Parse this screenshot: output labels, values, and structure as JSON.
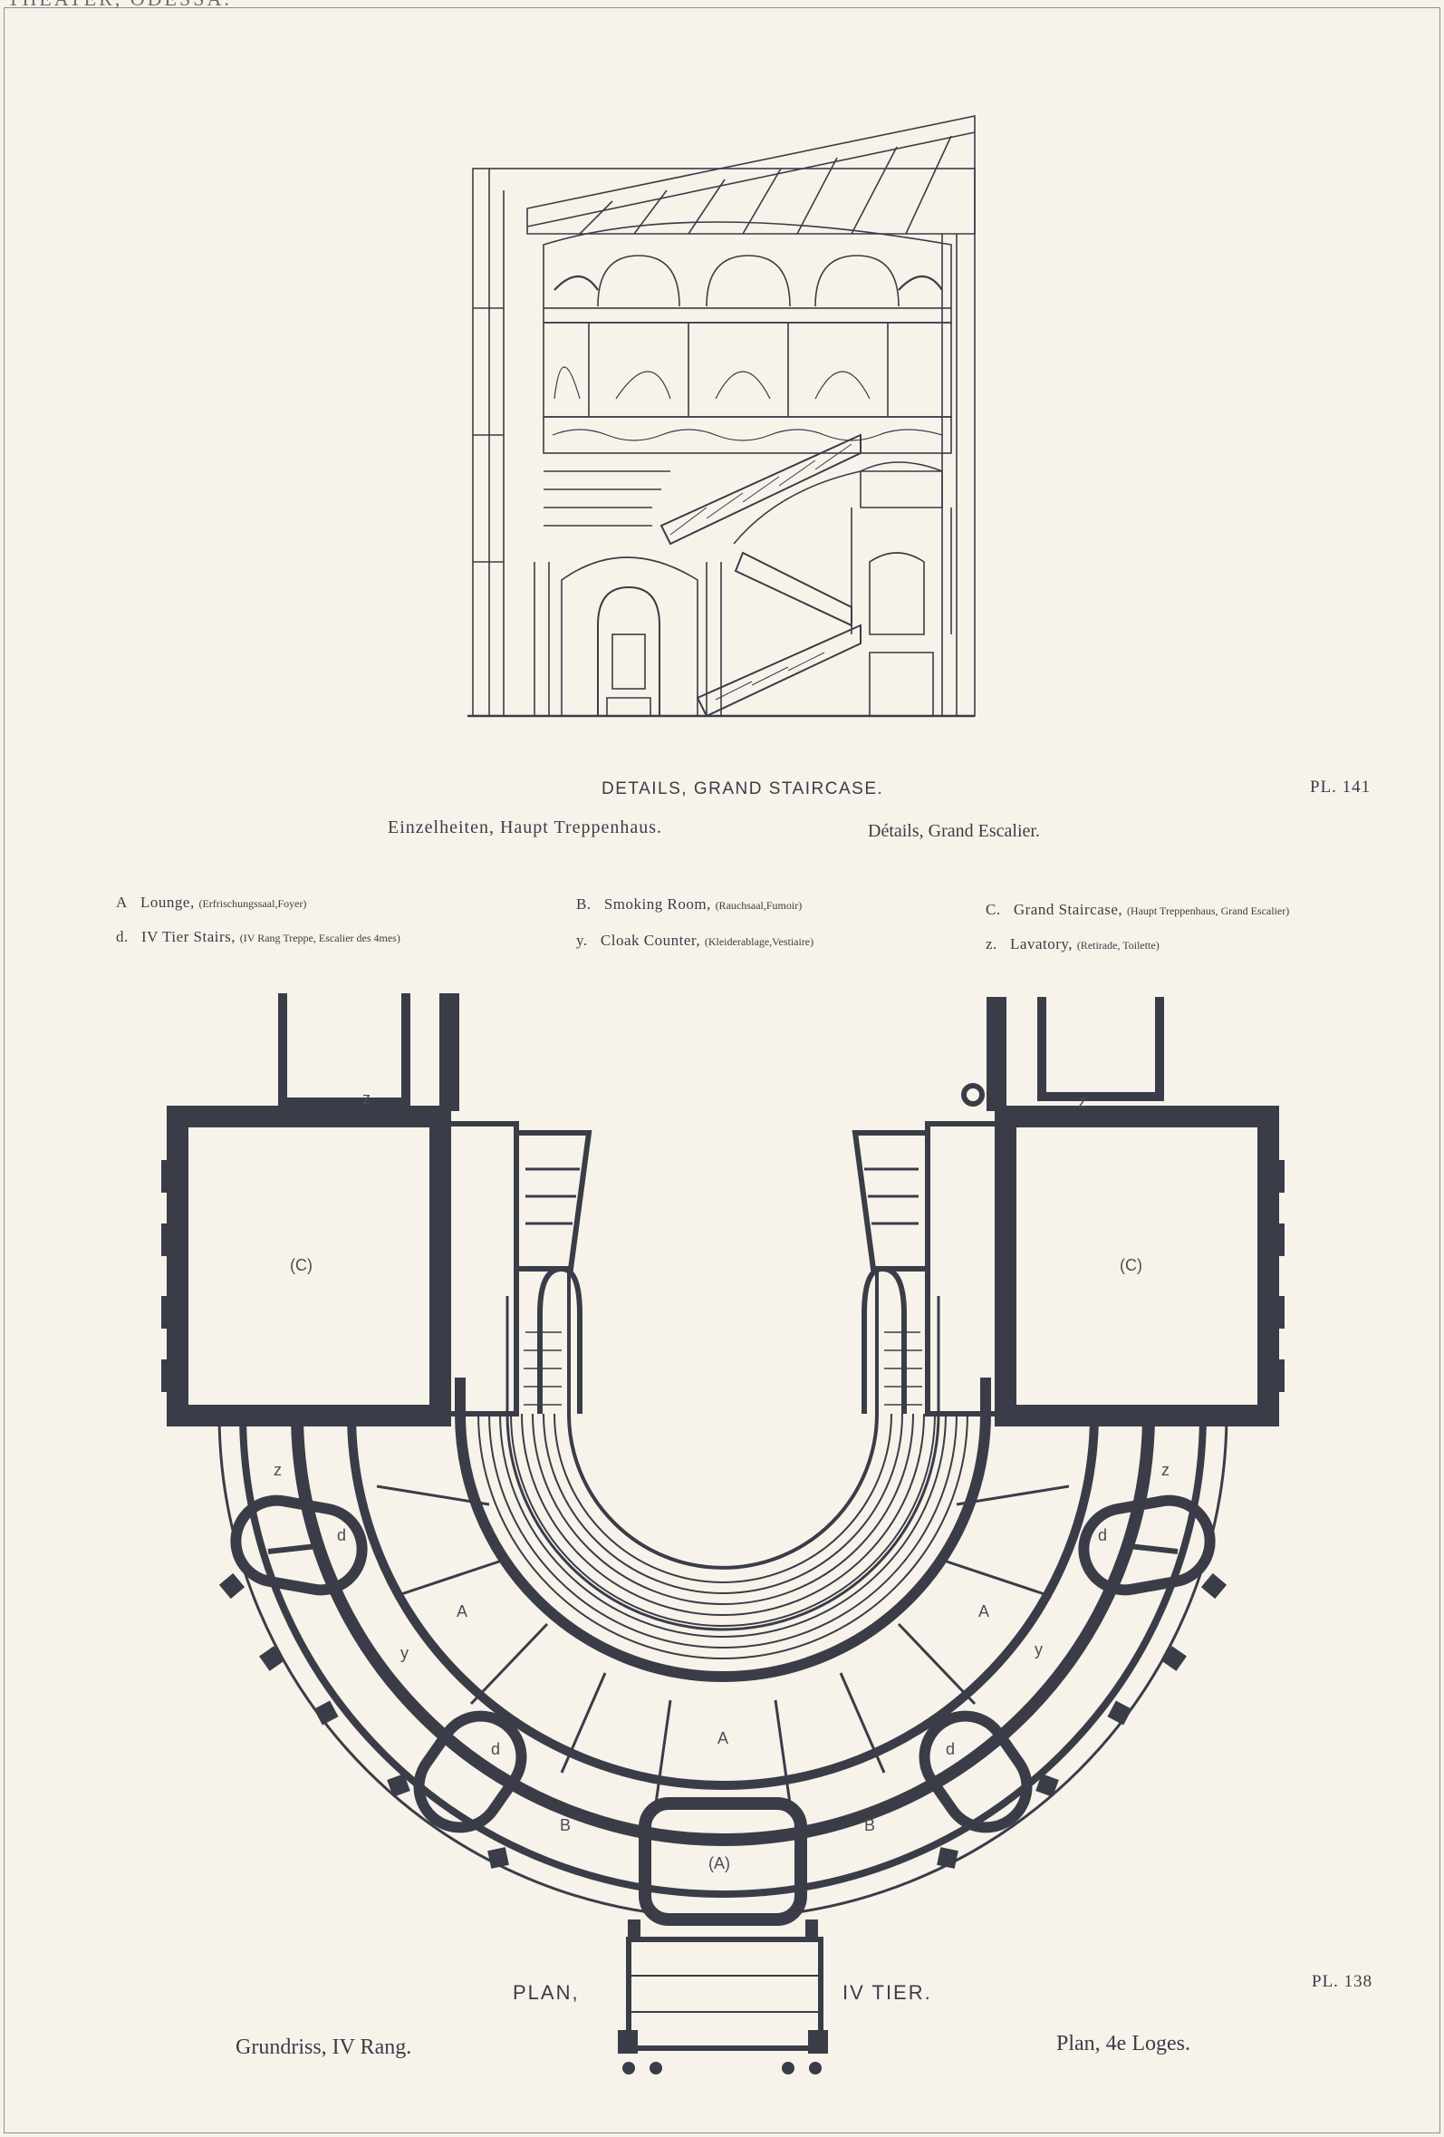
{
  "header_fragment": "THEATER, ODESSA.",
  "section": {
    "caption_en": "DETAILS, GRAND STAIRCASE.",
    "caption_de": "Einzelheiten, Haupt Treppenhaus.",
    "caption_fr": "Détails, Grand Escalier.",
    "plate": "PL. 141"
  },
  "legend": [
    {
      "key": "A",
      "label": "Lounge,",
      "note": "(Erfrischungssaal,Foyer)"
    },
    {
      "key": "d.",
      "label": "IV Tier Stairs,",
      "note": "(IV Rang Treppe, Escalier des 4mes)"
    },
    {
      "key": "B.",
      "label": "Smoking Room,",
      "note": "(Rauchsaal,Fumoir)"
    },
    {
      "key": "y.",
      "label": "Cloak Counter,",
      "note": "(Kleiderablage,Vestiaire)"
    },
    {
      "key": "C.",
      "label": "Grand Staircase,",
      "note": "(Haupt Treppenhaus, Grand Escalier)"
    },
    {
      "key": "z.",
      "label": "Lavatory,",
      "note": "(Retirade, Toilette)"
    }
  ],
  "plan": {
    "title_left": "PLAN,",
    "title_right": "IV TIER.",
    "caption_de": "Grundriss, IV Rang.",
    "caption_fr": "Plan, 4e Loges.",
    "plate": "PL. 138",
    "room_labels": {
      "c_left": "(C)",
      "c_right": "(C)",
      "a_center": "(A)",
      "a_mid": "A",
      "a_left": "A",
      "a_right": "A",
      "b_left": "B",
      "b_right": "B",
      "d_ul": "d",
      "d_ur": "d",
      "d_ll": "d",
      "d_lr": "d",
      "y_left": "y",
      "y_right": "y",
      "z_top_left": "z",
      "z_top_right": "z",
      "z_left": "z",
      "z_right": "z"
    }
  },
  "colors": {
    "ink": "#3a3d48",
    "paper": "#f7f3ea"
  }
}
